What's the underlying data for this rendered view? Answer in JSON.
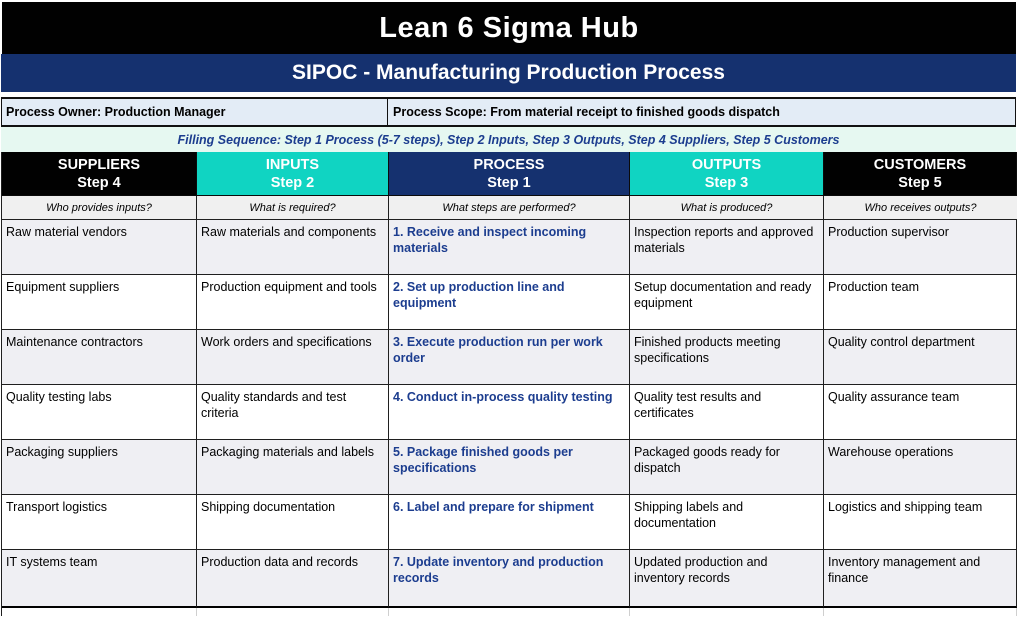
{
  "page": {
    "title": "Lean 6 Sigma Hub",
    "subtitle": "SIPOC - Manufacturing Production Process",
    "process_owner": "Process Owner: Production Manager",
    "process_scope": "Process Scope: From material receipt to finished goods dispatch",
    "filling_sequence": "Filling Sequence: Step 1 Process (5-7 steps), Step 2 Inputs, Step 3 Outputs, Step 4 Suppliers, Step 5 Customers"
  },
  "colors": {
    "title_bar_bg": "#010101",
    "subtitle_bar_bg": "#15316f",
    "owner_row_bg": "#e3ecf6",
    "filling_row_bg": "#e6f8f1",
    "teal_header_bg": "#10d4c2",
    "navy_header_bg": "#15316f",
    "black_header_bg": "#010101",
    "process_text": "#1c3d8f",
    "row_alt_bg": "#efeff3"
  },
  "table": {
    "columns": [
      {
        "key": "suppliers",
        "label": "SUPPLIERS",
        "step": "Step 4",
        "question": "Who provides inputs?",
        "header_bg": "#010101"
      },
      {
        "key": "inputs",
        "label": "INPUTS",
        "step": "Step 2",
        "question": "What is required?",
        "header_bg": "#10d4c2"
      },
      {
        "key": "process",
        "label": "PROCESS",
        "step": "Step 1",
        "question": "What steps are performed?",
        "header_bg": "#15316f"
      },
      {
        "key": "outputs",
        "label": "OUTPUTS",
        "step": "Step 3",
        "question": "What is produced?",
        "header_bg": "#10d4c2"
      },
      {
        "key": "customers",
        "label": "CUSTOMERS",
        "step": "Step 5",
        "question": "Who receives outputs?",
        "header_bg": "#010101"
      }
    ],
    "rows": [
      [
        "Raw material vendors",
        "Raw materials and components",
        "1. Receive and inspect incoming materials",
        "Inspection reports and approved materials",
        "Production supervisor"
      ],
      [
        "Equipment suppliers",
        "Production equipment and tools",
        "2. Set up production line and equipment",
        "Setup documentation and ready equipment",
        "Production team"
      ],
      [
        "Maintenance contractors",
        "Work orders and specifications",
        "3. Execute production run per work order",
        "Finished products meeting specifications",
        "Quality control department"
      ],
      [
        "Quality testing labs",
        "Quality standards and test criteria",
        "4. Conduct in-process quality testing",
        "Quality test results and certificates",
        "Quality assurance team"
      ],
      [
        "Packaging suppliers",
        "Packaging materials and labels",
        "5. Package finished goods per specifications",
        "Packaged goods ready for dispatch",
        "Warehouse operations"
      ],
      [
        "Transport logistics",
        "Shipping documentation",
        "6. Label and prepare for shipment",
        "Shipping labels and documentation",
        "Logistics and shipping team"
      ],
      [
        "IT systems team",
        "Production data and records",
        "7. Update inventory and production records",
        "Updated production and inventory records",
        "Inventory management and finance"
      ]
    ]
  }
}
